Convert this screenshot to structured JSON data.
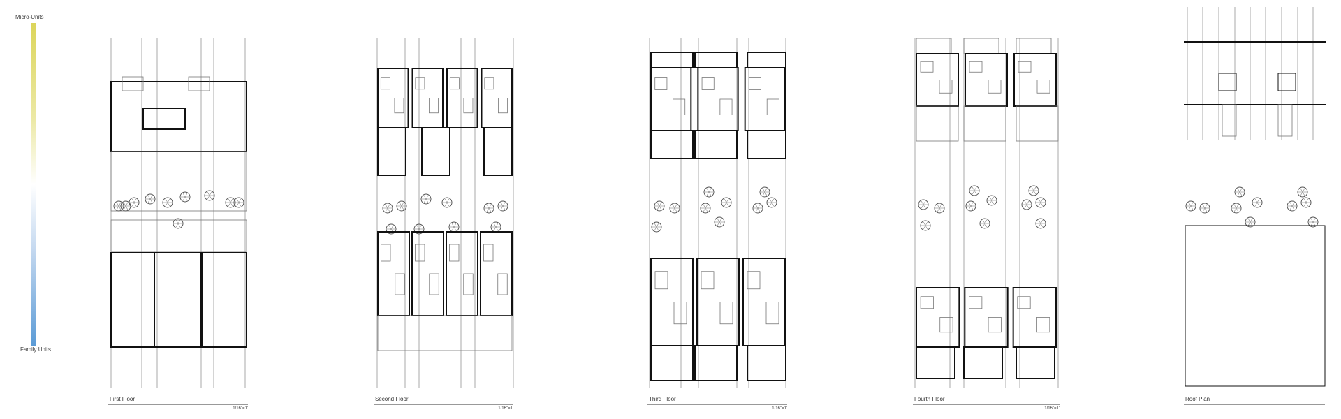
{
  "legend": {
    "top_label": "Micro-Units",
    "bottom_label": "Family Units",
    "top_color": "#dcd55a",
    "bottom_color": "#5b9bd6"
  },
  "panels": [
    {
      "title": "First Floor",
      "scale": "1/16\"=1'"
    },
    {
      "title": "Second Floor",
      "scale": "1/16\"=1'"
    },
    {
      "title": "Third Floor",
      "scale": "1/16\"=1'"
    },
    {
      "title": "Fourth Floor",
      "scale": "1/16\"=1'"
    },
    {
      "title": "Roof Plan",
      "scale": ""
    }
  ]
}
